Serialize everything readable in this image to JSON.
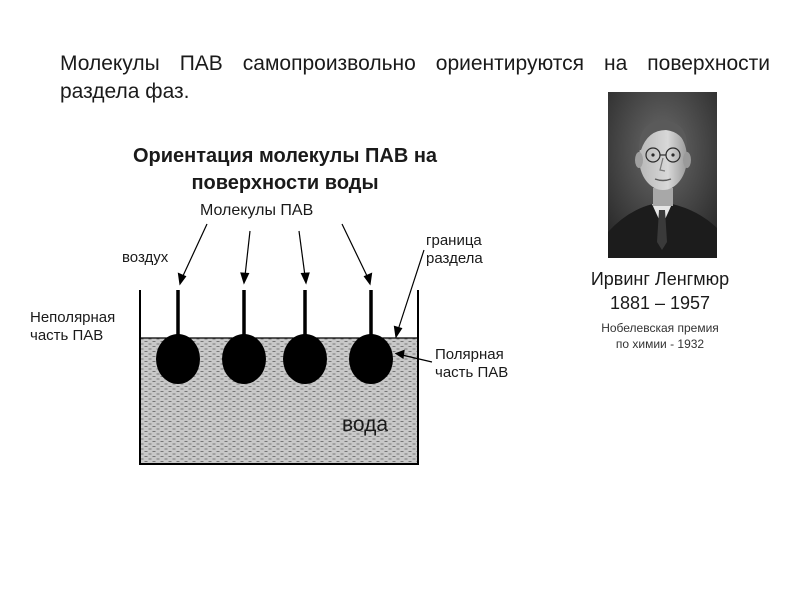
{
  "intro_text": "Молекулы ПАВ самопроизвольно ориентируются на поверхности раздела фаз.",
  "diagram": {
    "title_line1": "Ориентация молекулы ПАВ на",
    "title_line2": "поверхности воды",
    "labels": {
      "molecules": "Молекулы ПАВ",
      "air": "воздух",
      "boundary_line1": "граница",
      "boundary_line2": "раздела",
      "nonpolar_line1": "Неполярная",
      "nonpolar_line2": "часть ПАВ",
      "polar_line1": "Полярная",
      "polar_line2": "часть ПАВ",
      "water": "вода"
    },
    "colors": {
      "water_fill": "#c8c8c8",
      "molecule": "#000000",
      "outline": "#000000"
    }
  },
  "scientist": {
    "name": "Ирвинг Ленгмюр",
    "years": "1881 – 1957",
    "prize_line1": "Нобелевская премия",
    "prize_line2": "по химии - 1932"
  }
}
